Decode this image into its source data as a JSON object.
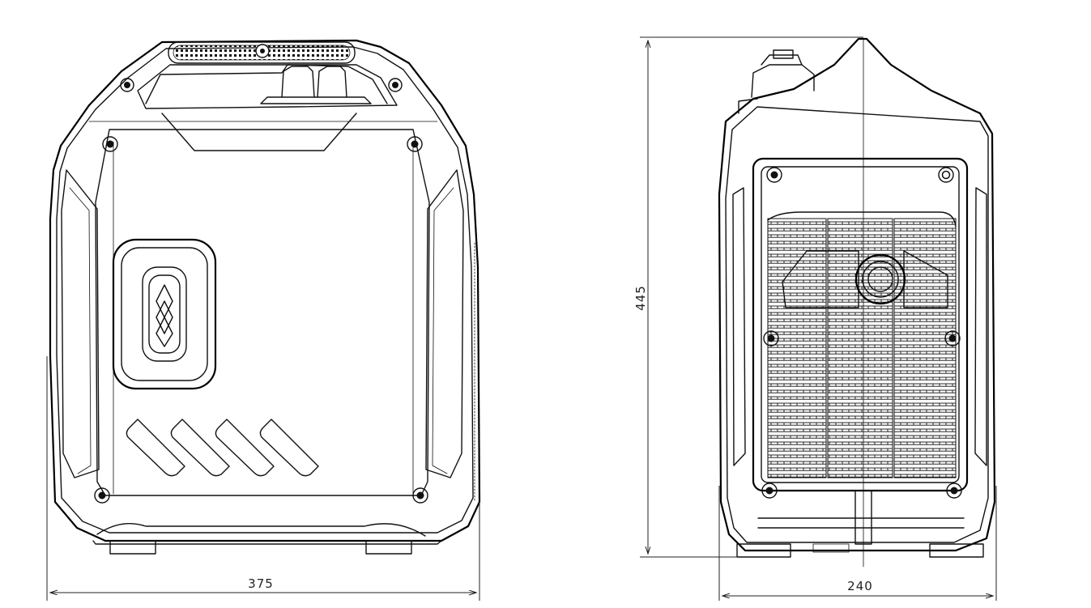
{
  "dimensions": {
    "front_width": "375",
    "side_width": "240",
    "height": "445"
  }
}
